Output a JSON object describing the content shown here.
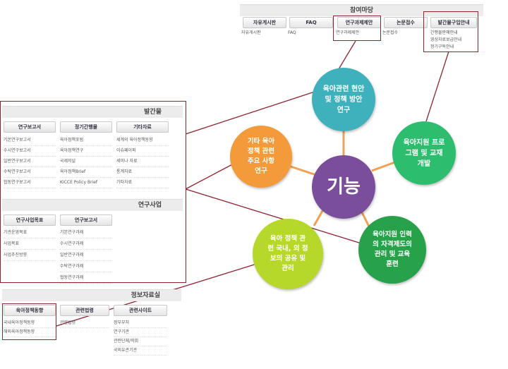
{
  "participation": {
    "title": "참여마당",
    "tabs": [
      "자유게시판",
      "FAQ",
      "연구과제제안",
      "논문접수",
      "발간물구입안내"
    ],
    "items": [
      [
        "자유게시판"
      ],
      [
        "FAQ"
      ],
      [
        "연구과제제안"
      ],
      [
        "논문접수"
      ],
      [
        "간행물판매안내",
        "영상자료보급안내",
        "정기구독안내"
      ]
    ]
  },
  "publications": {
    "title": "발간물",
    "tabs": [
      "연구보고서",
      "정기간행물",
      "기타자료"
    ],
    "cols": [
      [
        "기본연구보고서",
        "수시연구보고서",
        "일반연구보고서",
        "수탁연구보고서",
        "협동연구보고서"
      ],
      [
        "육아정책포럼",
        "육아정책연구",
        "국제저널",
        "육아정책Brief",
        "KICCE Policy Brief"
      ],
      [
        "세계의 육아정책동향",
        "이슈페이퍼",
        "세미나 자료",
        "통계자료",
        "기타자료"
      ]
    ]
  },
  "research": {
    "title": "연구사업",
    "tabs": [
      "연구사업목표",
      "연구보고서"
    ],
    "cols": [
      [
        "기관운영목표",
        "사업목표",
        "사업추진방향"
      ],
      [
        "기본연구과제",
        "수시연구과제",
        "일반연구과제",
        "수탁연구과제",
        "협동연구과제"
      ]
    ]
  },
  "info": {
    "title": "정보자료실",
    "tabs": [
      "육아정책동향",
      "관련법령",
      "관련사이트"
    ],
    "cols": [
      [
        "국내육아정책동향",
        "해외육아정책동향"
      ],
      [
        "관련법령"
      ],
      [
        "정부부처",
        "연구기관",
        "관련단체/학회",
        "국외유관기관"
      ]
    ]
  },
  "diagram": {
    "center": "기능",
    "nodes": [
      {
        "id": "top",
        "lines": [
          "육아관련 현안",
          "및 정책 방안",
          "연구"
        ],
        "color": "#3fb1bd"
      },
      {
        "id": "right",
        "lines": [
          "육아지원 프로",
          "그램 및 교재",
          "개발"
        ],
        "color": "#2dbd6e"
      },
      {
        "id": "bottom-right",
        "lines": [
          "육아지원 인력",
          "의 자격제도의",
          "관리 및 교육",
          "훈련"
        ],
        "color": "#27a14a"
      },
      {
        "id": "bottom-left",
        "lines": [
          "육아 정책 관",
          "련 국내, 외 정",
          "보의 공유 및",
          "관리"
        ],
        "color": "#b6d82a"
      },
      {
        "id": "left",
        "lines": [
          "기타 육아",
          "정책 관련",
          "주요 사항",
          "연구"
        ],
        "color": "#f39a3a"
      }
    ],
    "center_color": "#7a4e9a"
  }
}
